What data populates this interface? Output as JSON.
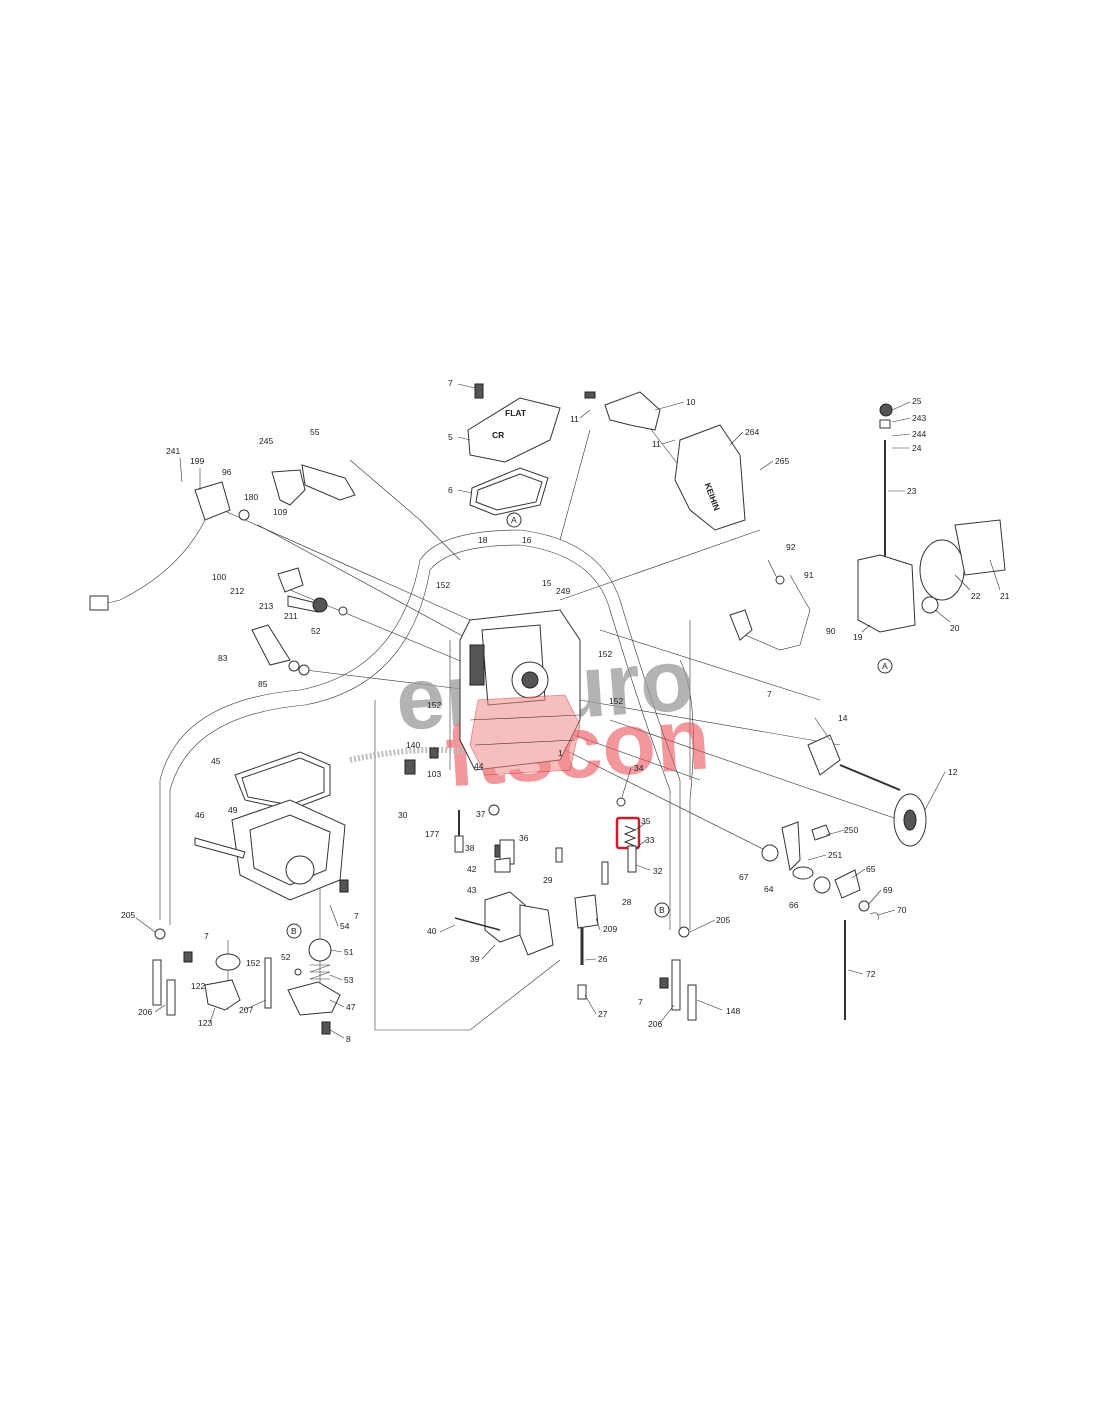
{
  "diagram": {
    "labels": [
      {
        "id": "7-top",
        "text": "7"
      },
      {
        "id": "5",
        "text": "5"
      },
      {
        "id": "6",
        "text": "6"
      },
      {
        "id": "11a",
        "text": "11"
      },
      {
        "id": "10",
        "text": "10"
      },
      {
        "id": "11b",
        "text": "11"
      },
      {
        "id": "264",
        "text": "264"
      },
      {
        "id": "265",
        "text": "265"
      },
      {
        "id": "25",
        "text": "25"
      },
      {
        "id": "243",
        "text": "243"
      },
      {
        "id": "244",
        "text": "244"
      },
      {
        "id": "24",
        "text": "24"
      },
      {
        "id": "23",
        "text": "23"
      },
      {
        "id": "21",
        "text": "21"
      },
      {
        "id": "22",
        "text": "22"
      },
      {
        "id": "20",
        "text": "20"
      },
      {
        "id": "19",
        "text": "19"
      },
      {
        "id": "241",
        "text": "241"
      },
      {
        "id": "199",
        "text": "199"
      },
      {
        "id": "96",
        "text": "96"
      },
      {
        "id": "180",
        "text": "180"
      },
      {
        "id": "109",
        "text": "109"
      },
      {
        "id": "245",
        "text": "245"
      },
      {
        "id": "55",
        "text": "55"
      },
      {
        "id": "18",
        "text": "18"
      },
      {
        "id": "16",
        "text": "16"
      },
      {
        "id": "15",
        "text": "15"
      },
      {
        "id": "249",
        "text": "249"
      },
      {
        "id": "152a",
        "text": "152"
      },
      {
        "id": "152b",
        "text": "152"
      },
      {
        "id": "152c",
        "text": "152"
      },
      {
        "id": "152d",
        "text": "152"
      },
      {
        "id": "152e",
        "text": "152"
      },
      {
        "id": "92",
        "text": "92"
      },
      {
        "id": "91",
        "text": "91"
      },
      {
        "id": "90",
        "text": "90"
      },
      {
        "id": "7-right",
        "text": "7"
      },
      {
        "id": "100",
        "text": "100"
      },
      {
        "id": "212",
        "text": "212"
      },
      {
        "id": "213",
        "text": "213"
      },
      {
        "id": "211",
        "text": "211"
      },
      {
        "id": "52a",
        "text": "52"
      },
      {
        "id": "83",
        "text": "83"
      },
      {
        "id": "85",
        "text": "85"
      },
      {
        "id": "14",
        "text": "14"
      },
      {
        "id": "12",
        "text": "12"
      },
      {
        "id": "140",
        "text": "140"
      },
      {
        "id": "103",
        "text": "103"
      },
      {
        "id": "30",
        "text": "30"
      },
      {
        "id": "44",
        "text": "44"
      },
      {
        "id": "1",
        "text": "1"
      },
      {
        "id": "34",
        "text": "34"
      },
      {
        "id": "35",
        "text": "35"
      },
      {
        "id": "33",
        "text": "33"
      },
      {
        "id": "32",
        "text": "32"
      },
      {
        "id": "45",
        "text": "45"
      },
      {
        "id": "49",
        "text": "49"
      },
      {
        "id": "46",
        "text": "46"
      },
      {
        "id": "177",
        "text": "177"
      },
      {
        "id": "37",
        "text": "37"
      },
      {
        "id": "38",
        "text": "38"
      },
      {
        "id": "36",
        "text": "36"
      },
      {
        "id": "42",
        "text": "42"
      },
      {
        "id": "43",
        "text": "43"
      },
      {
        "id": "29",
        "text": "29"
      },
      {
        "id": "28",
        "text": "28"
      },
      {
        "id": "250",
        "text": "250"
      },
      {
        "id": "251",
        "text": "251"
      },
      {
        "id": "67",
        "text": "67"
      },
      {
        "id": "64",
        "text": "64"
      },
      {
        "id": "65",
        "text": "65"
      },
      {
        "id": "66",
        "text": "66"
      },
      {
        "id": "69",
        "text": "69"
      },
      {
        "id": "70",
        "text": "70"
      },
      {
        "id": "72",
        "text": "72"
      },
      {
        "id": "205a",
        "text": "205"
      },
      {
        "id": "7-left",
        "text": "7"
      },
      {
        "id": "54",
        "text": "54"
      },
      {
        "id": "7-mid",
        "text": "7"
      },
      {
        "id": "51",
        "text": "51"
      },
      {
        "id": "122",
        "text": "122"
      },
      {
        "id": "52b",
        "text": "52"
      },
      {
        "id": "53",
        "text": "53"
      },
      {
        "id": "206a",
        "text": "206"
      },
      {
        "id": "123",
        "text": "123"
      },
      {
        "id": "207",
        "text": "207"
      },
      {
        "id": "47",
        "text": "47"
      },
      {
        "id": "8",
        "text": "8"
      },
      {
        "id": "40",
        "text": "40"
      },
      {
        "id": "39",
        "text": "39"
      },
      {
        "id": "209",
        "text": "209"
      },
      {
        "id": "26",
        "text": "26"
      },
      {
        "id": "27",
        "text": "27"
      },
      {
        "id": "205b",
        "text": "205"
      },
      {
        "id": "7-bottom",
        "text": "7"
      },
      {
        "id": "206b",
        "text": "206"
      },
      {
        "id": "148",
        "text": "148"
      }
    ],
    "reference_markers": [
      {
        "id": "A-top",
        "text": "A"
      },
      {
        "id": "A-right",
        "text": "A"
      },
      {
        "id": "B-left",
        "text": "B"
      },
      {
        "id": "B-right",
        "text": "B"
      }
    ],
    "cover_text": {
      "line1": "FLAT",
      "line2": "CR"
    },
    "brand_text": "KEIHIN",
    "highlight_label": "33",
    "watermark": {
      "line1": "enduro",
      "line2": "ftscon"
    },
    "colors": {
      "highlight": "#c8202a",
      "watermark_gray": "#9a9a9a",
      "watermark_red": "#e9535a",
      "highlight_fill": "#f28a8a"
    }
  }
}
